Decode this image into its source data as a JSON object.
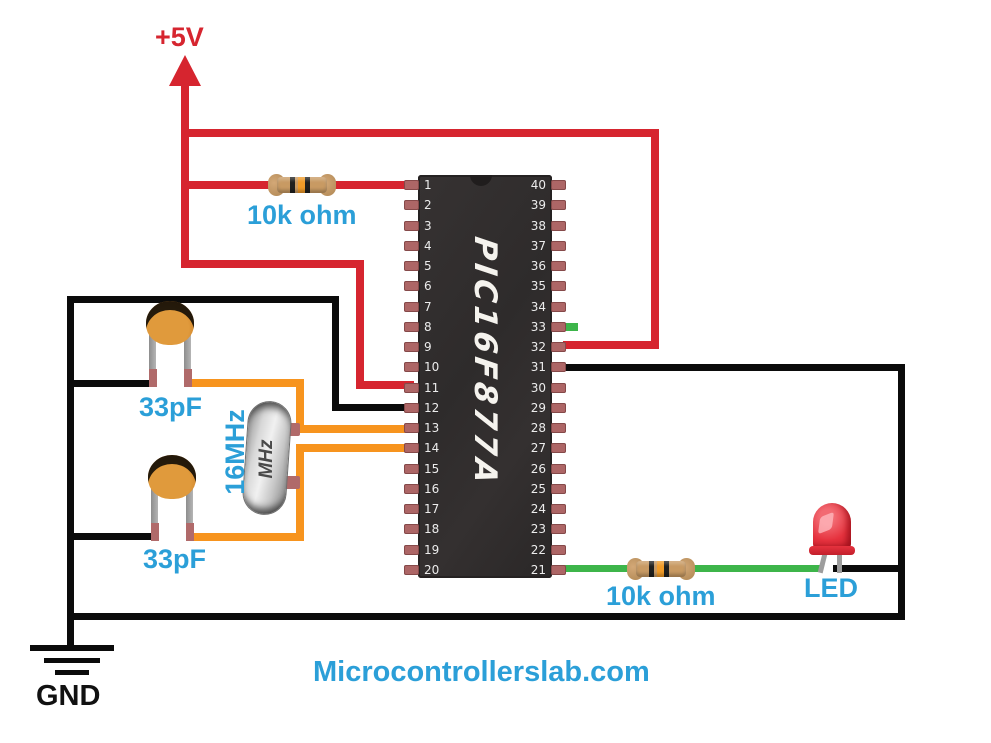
{
  "title": "PIC16F877A LED circuit schematic",
  "power": {
    "label": "+5V"
  },
  "ground": {
    "label": "GND"
  },
  "ic": {
    "label": "PIC16F877A",
    "left_pins": [
      "1",
      "2",
      "3",
      "4",
      "5",
      "6",
      "7",
      "8",
      "9",
      "10",
      "11",
      "12",
      "13",
      "14",
      "15",
      "16",
      "17",
      "18",
      "19",
      "20"
    ],
    "right_pins": [
      "40",
      "39",
      "38",
      "37",
      "36",
      "35",
      "34",
      "33",
      "32",
      "31",
      "30",
      "29",
      "28",
      "27",
      "26",
      "25",
      "24",
      "23",
      "22",
      "21"
    ]
  },
  "resistors": [
    {
      "label": "10k ohm",
      "position": "pullup-top"
    },
    {
      "label": "10k ohm",
      "position": "led-series-bottom"
    }
  ],
  "capacitors": [
    {
      "label": "33pF",
      "position": "upper"
    },
    {
      "label": "33pF",
      "position": "lower"
    }
  ],
  "crystal": {
    "label": "16MHz",
    "body_text": "MHz"
  },
  "led": {
    "label": "LED"
  },
  "watermark": {
    "label": "Microcontrollerslab.com"
  },
  "colors": {
    "power_wire": "#d6252f",
    "ground_wire": "#0b0b0b",
    "oscillator_wire": "#f7941e",
    "signal_wire": "#3db54a",
    "label_blue": "#2b9fd8",
    "ic_body": "#2e2b2b",
    "pin_pad": "#ad6666"
  }
}
